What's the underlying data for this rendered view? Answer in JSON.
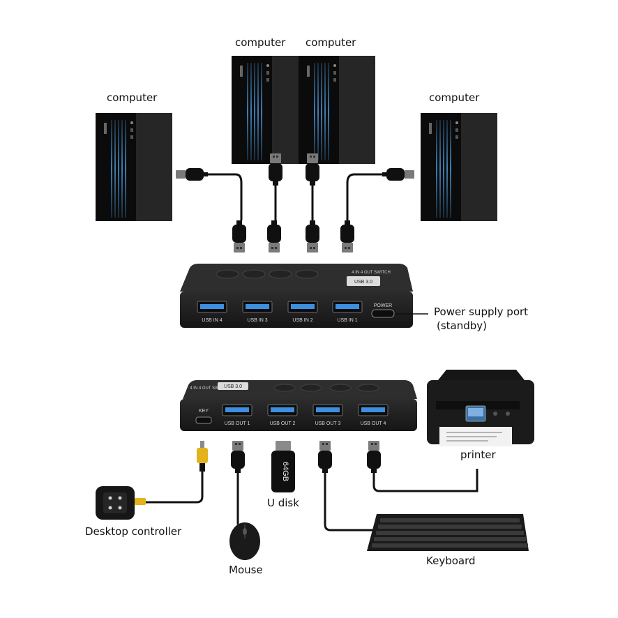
{
  "labels": {
    "computer_1": "computer",
    "computer_2": "computer",
    "computer_3": "computer",
    "computer_4": "computer",
    "power_port_line1": "Power supply port",
    "power_port_line2": "(standby)",
    "printer": "printer",
    "u_disk": "U disk",
    "desktop_controller": "Desktop controller",
    "mouse": "Mouse",
    "keyboard": "Keyboard"
  },
  "switch_top": {
    "ports": [
      "USB IN 4",
      "USB IN 3",
      "USB IN 2",
      "USB IN 1"
    ],
    "power_label": "POWER",
    "device_title": "4 IN 4 OUT SWITCH",
    "badge": "USB 3.0"
  },
  "switch_bottom": {
    "key_label": "KEY",
    "ports": [
      "USB OUT 1",
      "USB OUT 2",
      "USB OUT 3",
      "USB OUT 4"
    ],
    "device_title": "4 IN 4 OUT SWITCH",
    "badge": "USB 3.0"
  },
  "usb_stick_capacity": "64GB",
  "colors": {
    "device_body": "#1d1d1d",
    "usb3_port_blue": "#3d8fe0",
    "cable": "#111111",
    "controller_cable": "#e3b21c"
  }
}
